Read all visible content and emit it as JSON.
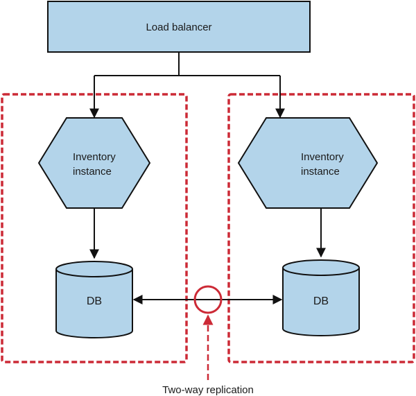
{
  "diagram": {
    "load_balancer": {
      "label": "Load balancer"
    },
    "left_zone": {
      "instance": {
        "line1": "Inventory",
        "line2": "instance"
      },
      "db": {
        "label": "DB"
      }
    },
    "right_zone": {
      "instance": {
        "line1": "Inventory",
        "line2": "instance"
      },
      "db": {
        "label": "DB"
      }
    },
    "replication": {
      "caption": "Two-way replication"
    }
  },
  "colors": {
    "node_fill": "#b3d4ea",
    "stroke": "#111111",
    "zone_border": "#cc2a36",
    "replication_marker": "#cc2a36"
  }
}
